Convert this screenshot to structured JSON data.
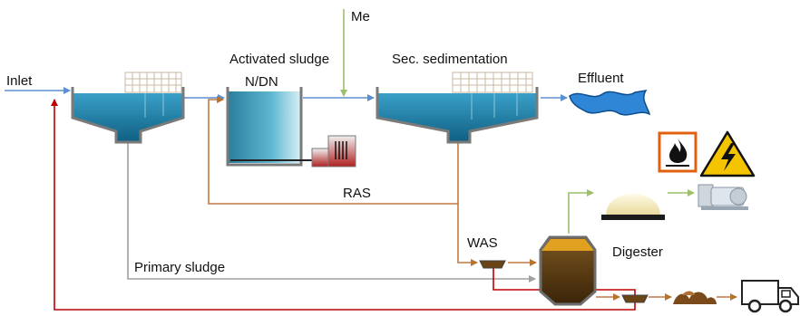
{
  "labels": {
    "inlet": "Inlet",
    "methanol": "Me",
    "activated_sludge": "Activated sludge",
    "ndn": "N/DN",
    "secondary_sedimentation": "Sec. sedimentation",
    "effluent": "Effluent",
    "ras": "RAS",
    "was": "WAS",
    "digester": "Digester",
    "primary_sludge": "Primary sludge"
  },
  "colors": {
    "water_line": "#5b8fd0",
    "ras_line": "#c07a45",
    "sludge_line": "#a0a0a0",
    "reject_line": "#c00000",
    "gas_line": "#9cc06a",
    "tank_water": "#1e7aa0",
    "warning_yellow": "#f5c400"
  },
  "icons": [
    "primary-clarifier-icon",
    "aeration-tank-icon",
    "blower-icon",
    "secondary-clarifier-icon",
    "water-wave-icon",
    "flame-warning-icon",
    "electric-hazard-icon",
    "gas-holder-icon",
    "generator-icon",
    "digester-icon",
    "dewatered-sludge-icon",
    "truck-icon"
  ]
}
